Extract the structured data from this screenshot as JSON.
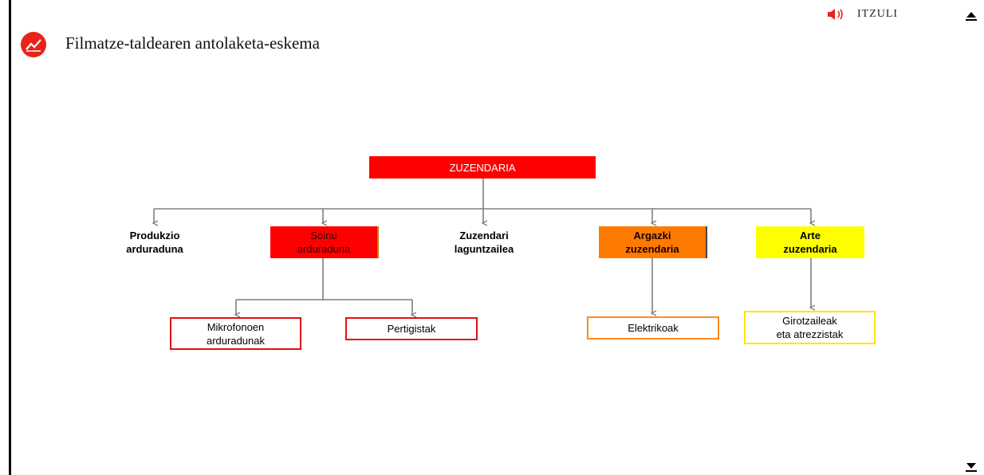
{
  "header": {
    "title": "Filmatze-taldearen antolaketa-eskema",
    "back_label": "ITZULI"
  },
  "icons": {
    "title": "line-chart-icon",
    "back": "speaker-icon",
    "scroll_up": "scroll-up-icon",
    "scroll_down": "scroll-down-icon"
  },
  "colors": {
    "red": "#ff0000",
    "orange": "#ff7a00",
    "yellow": "#ffff00",
    "connector": "#7f7f7f"
  },
  "diagram": {
    "root": "ZUZENDARIA",
    "roles": [
      "Produkzio\narduraduna",
      "Soinu\narduraduna",
      "Zuzendari\nlaguntzailea",
      "Argazki\nzuzendaria",
      "Arte\nzuzendaria"
    ],
    "teams": [
      "Mikrofonoen\narduradunak",
      "Pertigistak",
      "Elektrikoak",
      "Girotzaileak\neta atrezzistak"
    ]
  }
}
